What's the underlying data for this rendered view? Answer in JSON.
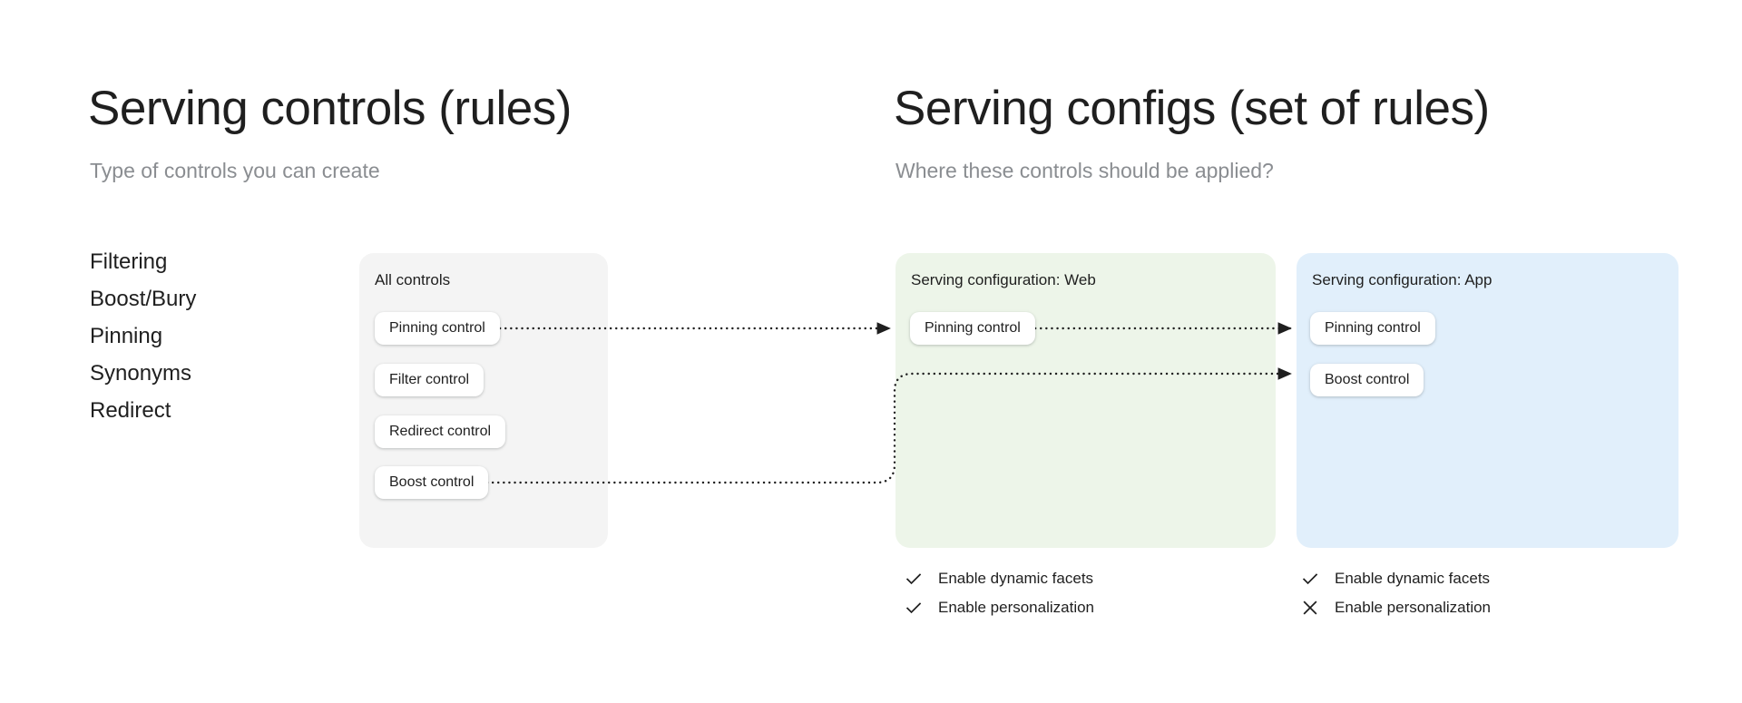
{
  "left_column": {
    "title": "Serving controls (rules)",
    "subtitle": "Type of controls you can create",
    "control_types": [
      "Filtering",
      "Boost/Bury",
      "Pinning",
      "Synonyms",
      "Redirect"
    ]
  },
  "right_column": {
    "title": "Serving configs (set of rules)",
    "subtitle": "Where these controls should be applied?"
  },
  "panels": {
    "all_controls": {
      "title": "All controls",
      "background": "#f4f4f4",
      "chips": [
        "Pinning control",
        "Filter control",
        "Redirect control",
        "Boost control"
      ]
    },
    "web": {
      "title": "Serving configuration: Web",
      "background": "#edf5e9",
      "chips": [
        "Pinning control"
      ],
      "settings": [
        {
          "label": "Enable dynamic facets",
          "icon": "check-icon",
          "enabled": true
        },
        {
          "label": "Enable personalization",
          "icon": "check-icon",
          "enabled": true
        }
      ]
    },
    "app": {
      "title": "Serving configuration: App",
      "background": "#e1effb",
      "chips": [
        "Pinning control",
        "Boost control"
      ],
      "settings": [
        {
          "label": "Enable dynamic facets",
          "icon": "check-icon",
          "enabled": true
        },
        {
          "label": "Enable personalization",
          "icon": "cross-icon",
          "enabled": false
        }
      ]
    }
  },
  "connectors": [
    {
      "from": "all-controls.pinning-control",
      "to": "web.pinning-control",
      "style": "dotted-arrow"
    },
    {
      "from": "web.pinning-control",
      "to": "app.pinning-control",
      "style": "dotted-arrow"
    },
    {
      "from": "all-controls.boost-control",
      "to": "app.boost-control",
      "style": "dotted-arrow-elbow"
    }
  ],
  "colors": {
    "text": "#1f1f1f",
    "muted": "#8a8d91",
    "panel_gray": "#f4f4f4",
    "panel_green": "#edf5e9",
    "panel_blue": "#e1effb",
    "connector": "#1f1f1f"
  }
}
